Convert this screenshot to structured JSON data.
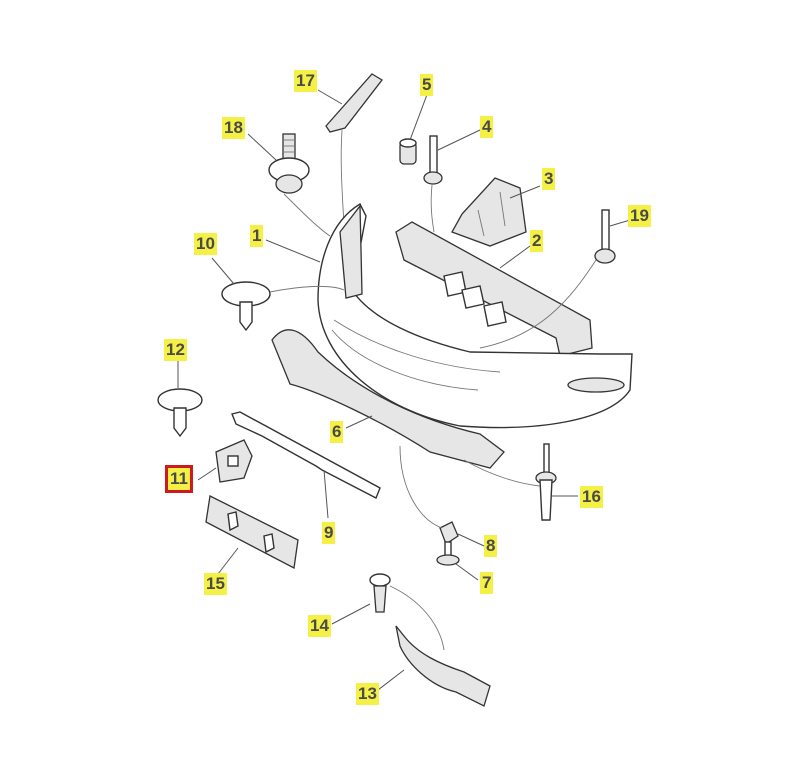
{
  "diagram": {
    "selected_callout": "11",
    "callouts": [
      "1",
      "2",
      "3",
      "4",
      "5",
      "6",
      "7",
      "8",
      "9",
      "10",
      "11",
      "12",
      "13",
      "14",
      "15",
      "16",
      "17",
      "18",
      "19"
    ],
    "colors": {
      "callout_bg": "#f4f045",
      "selected_outline": "#d0191e",
      "line": "#333333"
    }
  }
}
